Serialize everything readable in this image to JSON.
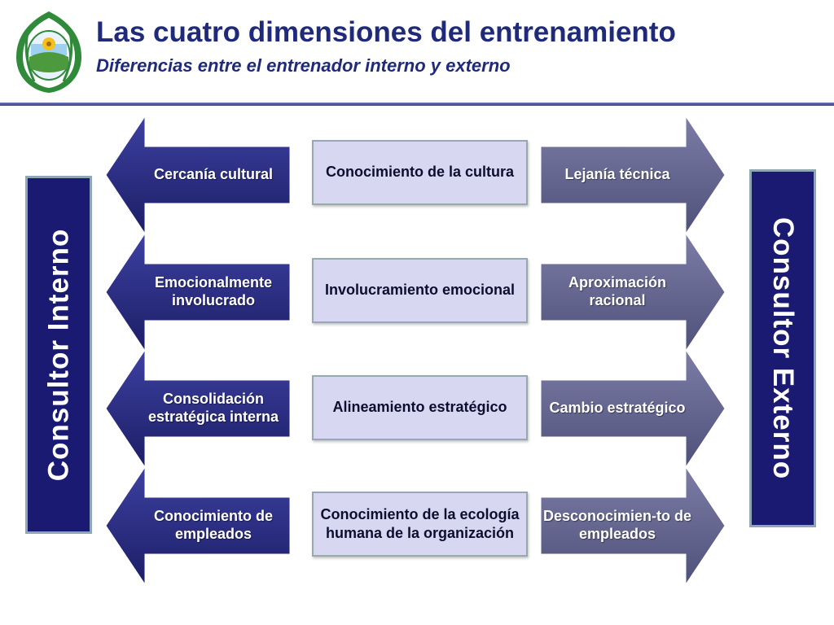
{
  "header": {
    "title": "Las cuatro dimensiones del entrenamiento",
    "subtitle": "Diferencias entre el entrenador interno y externo"
  },
  "logo": {
    "icon": "university-seal-icon"
  },
  "sides": {
    "left": "Consultor   Interno",
    "right": "Consultor  Externo"
  },
  "rows": [
    {
      "left": "Cercanía cultural",
      "center": "Conocimiento de la cultura",
      "right": "Lejanía técnica"
    },
    {
      "left": "Emocionalmente involucrado",
      "center": "Involucramiento emocional",
      "right": "Aproximación racional"
    },
    {
      "left": "Consolidación estratégica interna",
      "center": "Alineamiento estratégico",
      "right": "Cambio estratégico"
    },
    {
      "left": "Conocimiento de empleados",
      "center": "Conocimiento de la ecología humana de la organización",
      "right": "Desconocimien-to de empleados"
    }
  ],
  "colors": {
    "title": "#1f2a7a",
    "side_panel": "#1a1a73",
    "left_arrow": "#2b2d86",
    "right_arrow": "#64668f",
    "center_box": "#d7d7f2"
  }
}
